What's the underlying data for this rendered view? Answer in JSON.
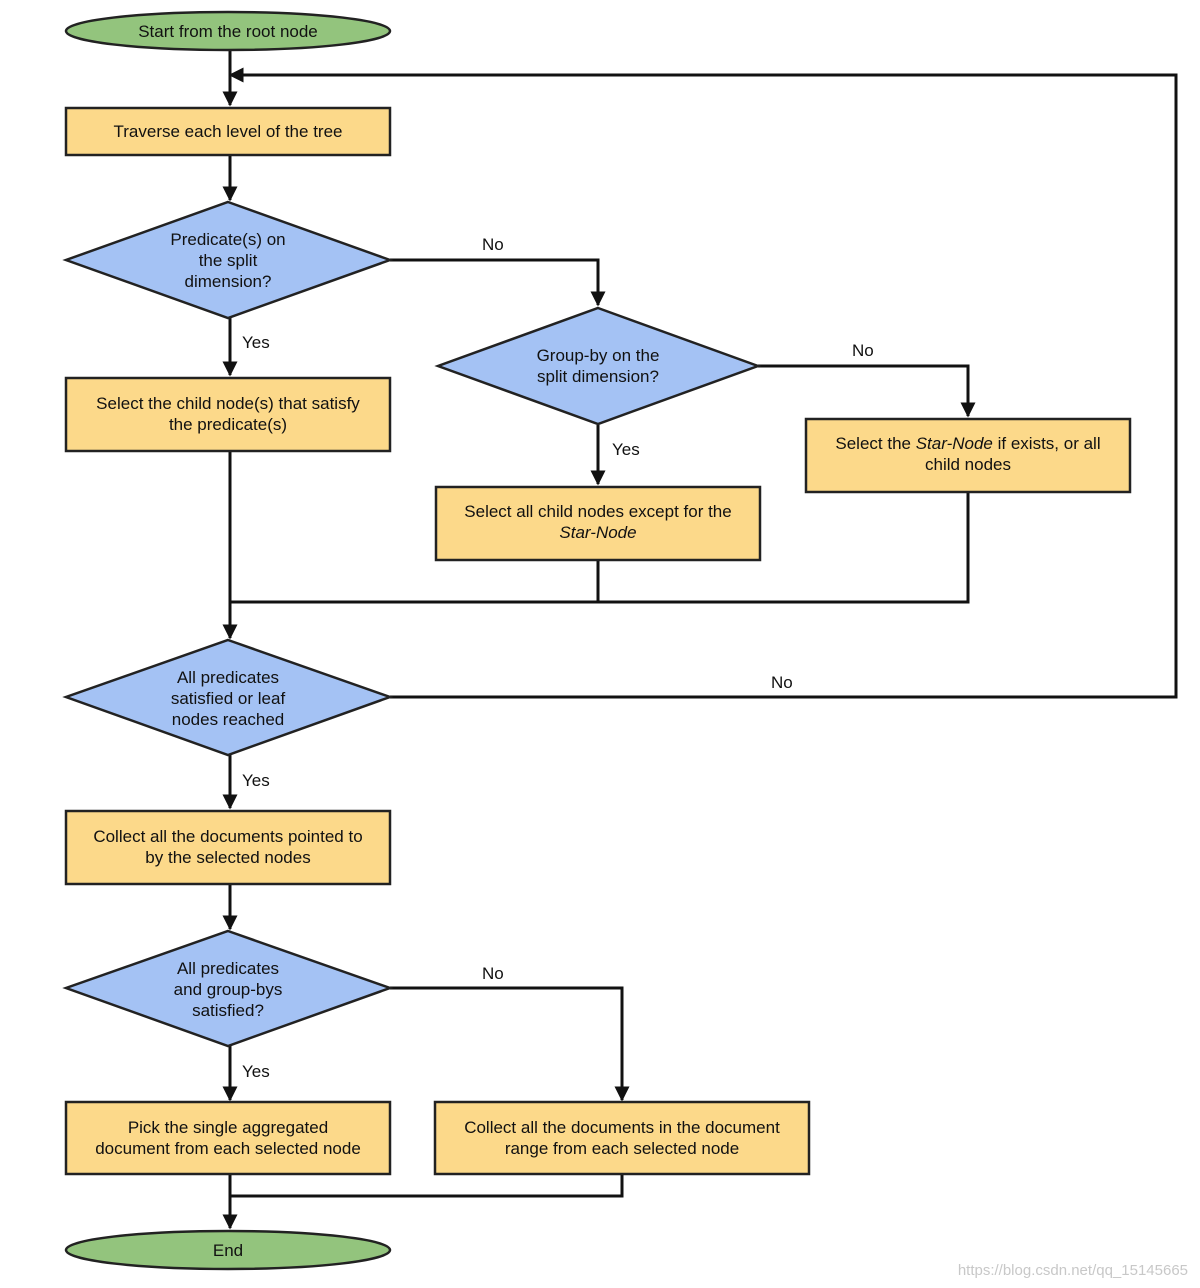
{
  "diagram": {
    "start": "Start from the root node",
    "traverse": "Traverse each level of the tree",
    "predicate_q": [
      "Predicate(s) on",
      "the split",
      "dimension?"
    ],
    "select_child": [
      "Select the child node(s) that satisfy",
      "the predicate(s)"
    ],
    "groupby_q": [
      "Group-by on the",
      "split dimension?"
    ],
    "select_all_except": {
      "line1": "Select all child nodes except for the",
      "line2": "Star-Node"
    },
    "select_star": {
      "pre": "Select the ",
      "em": "Star-Node",
      "post": " if exists, or all",
      "line2": "child nodes"
    },
    "all_pred_q": [
      "All predicates",
      "satisfied or leaf",
      "nodes reached"
    ],
    "collect_pointed": [
      "Collect all the documents pointed to",
      "by the selected nodes"
    ],
    "all_groupby_q": [
      "All predicates",
      "and group-bys",
      "satisfied?"
    ],
    "pick_single": [
      "Pick the single aggregated",
      "document from each selected node"
    ],
    "collect_range": [
      "Collect all the documents in the document",
      "range from each selected node"
    ],
    "end": "End",
    "labels": {
      "yes": "Yes",
      "no": "No"
    }
  },
  "watermark": "https://blog.csdn.net/qq_15145665",
  "colors": {
    "box": "#fcd98a",
    "decision": "#a4c2f4",
    "terminal": "#93c47d"
  }
}
